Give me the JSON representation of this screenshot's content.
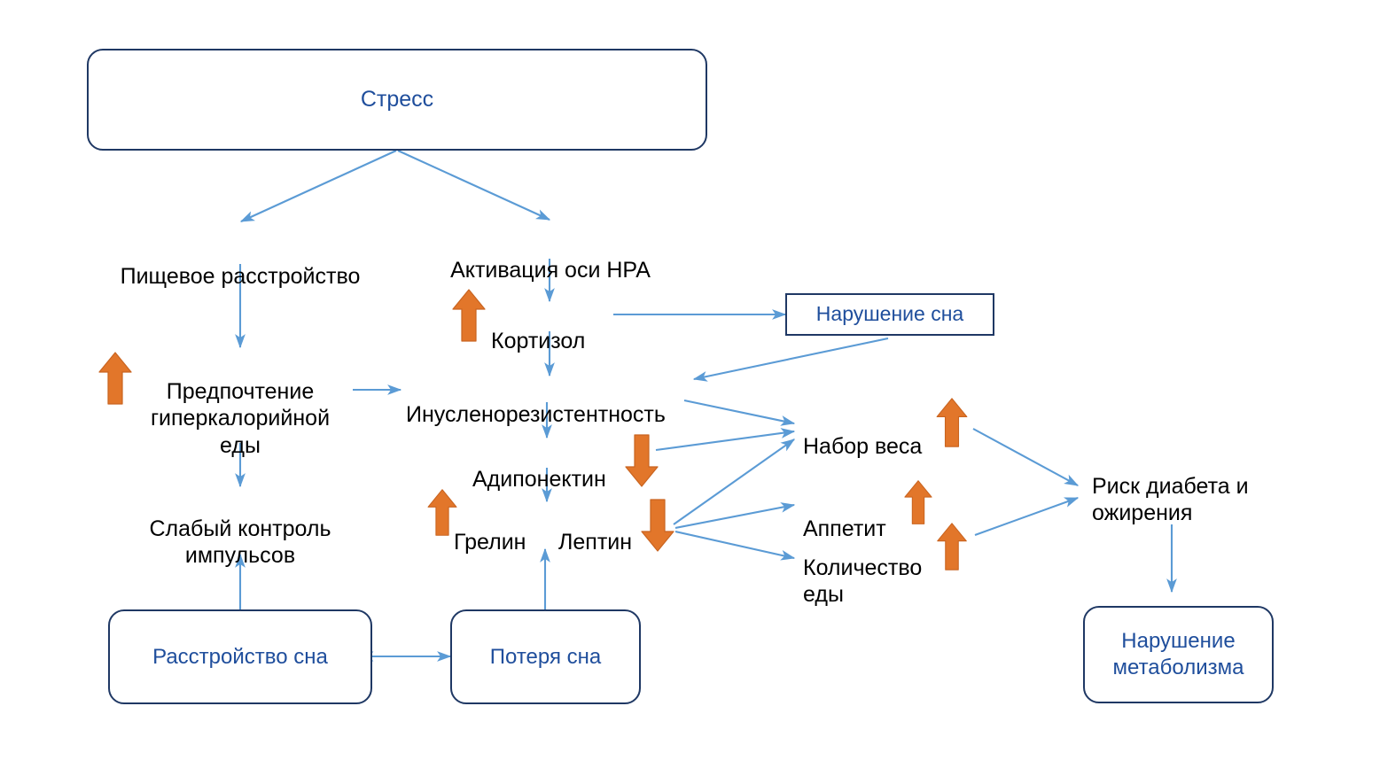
{
  "diagram": {
    "title_node": "Стресс",
    "colors": {
      "box_border": "#1F3864",
      "box_text": "#1F4E9C",
      "label_text": "#000000",
      "connector": "#5B9BD5",
      "indicator_up": "#E2762A",
      "indicator_down": "#E2762A",
      "background": "#FFFFFF"
    },
    "boxes": [
      {
        "id": "stress",
        "label": "Стресс",
        "shape": "rounded"
      },
      {
        "id": "sleep-disturbance",
        "label": "Нарушение сна",
        "shape": "rectangle"
      },
      {
        "id": "sleep-disorder",
        "label": "Расстройство сна",
        "shape": "rounded"
      },
      {
        "id": "sleep-loss",
        "label": "Потеря сна",
        "shape": "rounded"
      },
      {
        "id": "metabolic",
        "label": "Нарушение\nметаболизма",
        "shape": "rounded"
      }
    ],
    "labels": [
      {
        "id": "eating-disorder",
        "label": "Пищевое расстройство",
        "indicator": "none"
      },
      {
        "id": "hpa-activation",
        "label": "Активация оси HPA",
        "indicator": "none"
      },
      {
        "id": "cortisol",
        "label": "Кортизол",
        "indicator": "up"
      },
      {
        "id": "hypercaloric-pref",
        "label": "Предпочтение\nгиперкалорийной\nеды",
        "indicator": "up"
      },
      {
        "id": "impulse-control",
        "label": "Слабый контроль\nимпульсов",
        "indicator": "none"
      },
      {
        "id": "insulin-resistance",
        "label": "Инусленорезистентность",
        "indicator": "none"
      },
      {
        "id": "adiponectin",
        "label": "Адипонектин",
        "indicator": "down"
      },
      {
        "id": "ghrelin",
        "label": "Грелин",
        "indicator": "up"
      },
      {
        "id": "leptin",
        "label": "Лептин",
        "indicator": "down"
      },
      {
        "id": "weight-gain",
        "label": "Набор веса",
        "indicator": "up"
      },
      {
        "id": "appetite",
        "label": "Аппетит",
        "indicator": "up"
      },
      {
        "id": "food-amount",
        "label": "Количество\nеды",
        "indicator": "up"
      },
      {
        "id": "diabetes-risk",
        "label": "Риск диабета и\nожирения",
        "indicator": "none"
      }
    ],
    "edges": [
      {
        "from": "stress",
        "to": "eating-disorder",
        "style": "arrow"
      },
      {
        "from": "stress",
        "to": "hpa-activation",
        "style": "arrow"
      },
      {
        "from": "eating-disorder",
        "to": "hypercaloric-pref",
        "style": "arrow"
      },
      {
        "from": "hpa-activation",
        "to": "cortisol",
        "style": "arrow"
      },
      {
        "from": "cortisol",
        "to": "sleep-disturbance",
        "style": "arrow"
      },
      {
        "from": "cortisol",
        "to": "insulin-resistance",
        "style": "arrow"
      },
      {
        "from": "sleep-disturbance",
        "to": "insulin-resistance",
        "style": "arrow"
      },
      {
        "from": "hypercaloric-pref",
        "to": "insulin-resistance",
        "style": "arrow"
      },
      {
        "from": "hypercaloric-pref",
        "to": "impulse-control",
        "style": "arrow"
      },
      {
        "from": "sleep-disorder",
        "to": "impulse-control",
        "style": "arrow"
      },
      {
        "from": "sleep-disorder",
        "to": "sleep-loss",
        "style": "double-arrow"
      },
      {
        "from": "sleep-loss",
        "to": "ghrelin",
        "style": "arrow"
      },
      {
        "from": "insulin-resistance",
        "to": "adiponectin",
        "style": "arrow"
      },
      {
        "from": "insulin-resistance",
        "to": "weight-gain",
        "style": "arrow"
      },
      {
        "from": "adiponectin",
        "to": "leptin",
        "style": "arrow"
      },
      {
        "from": "adiponectin",
        "to": "weight-gain",
        "style": "arrow"
      },
      {
        "from": "leptin",
        "to": "weight-gain",
        "style": "arrow"
      },
      {
        "from": "leptin",
        "to": "appetite",
        "style": "arrow"
      },
      {
        "from": "leptin",
        "to": "food-amount",
        "style": "arrow"
      },
      {
        "from": "weight-gain",
        "to": "diabetes-risk",
        "style": "arrow"
      },
      {
        "from": "food-amount",
        "to": "diabetes-risk",
        "style": "arrow"
      },
      {
        "from": "diabetes-risk",
        "to": "metabolic",
        "style": "arrow"
      }
    ]
  }
}
